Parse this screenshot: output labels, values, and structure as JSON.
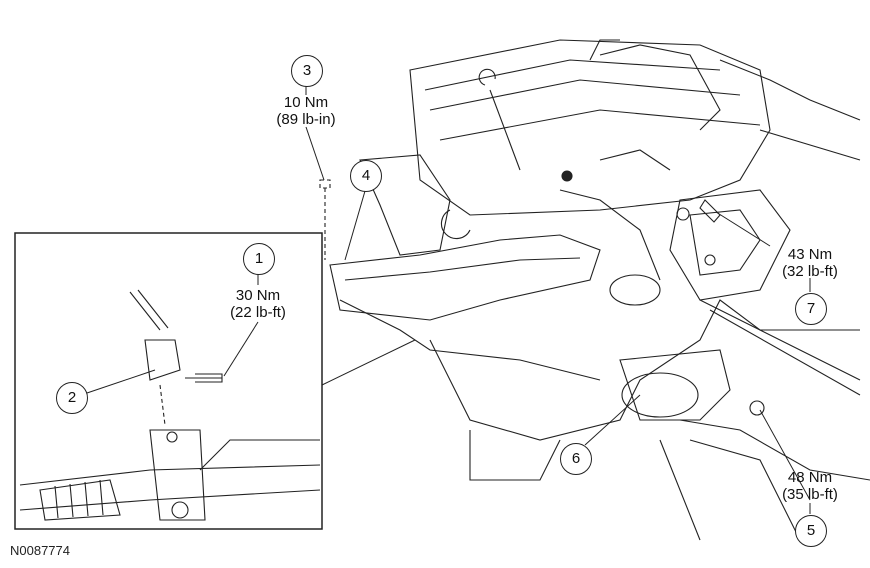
{
  "figure_id": "N0087774",
  "callouts": [
    {
      "number": "1",
      "torque_nm": "30 Nm",
      "torque_imperial": "(22 lb-ft)"
    },
    {
      "number": "2"
    },
    {
      "number": "3",
      "torque_nm": "10 Nm",
      "torque_imperial": "(89 lb-in)"
    },
    {
      "number": "4"
    },
    {
      "number": "5",
      "torque_nm": "48 Nm",
      "torque_imperial": "(35 lb-ft)"
    },
    {
      "number": "6"
    },
    {
      "number": "7",
      "torque_nm": "43 Nm",
      "torque_imperial": "(32 lb-ft)"
    }
  ]
}
